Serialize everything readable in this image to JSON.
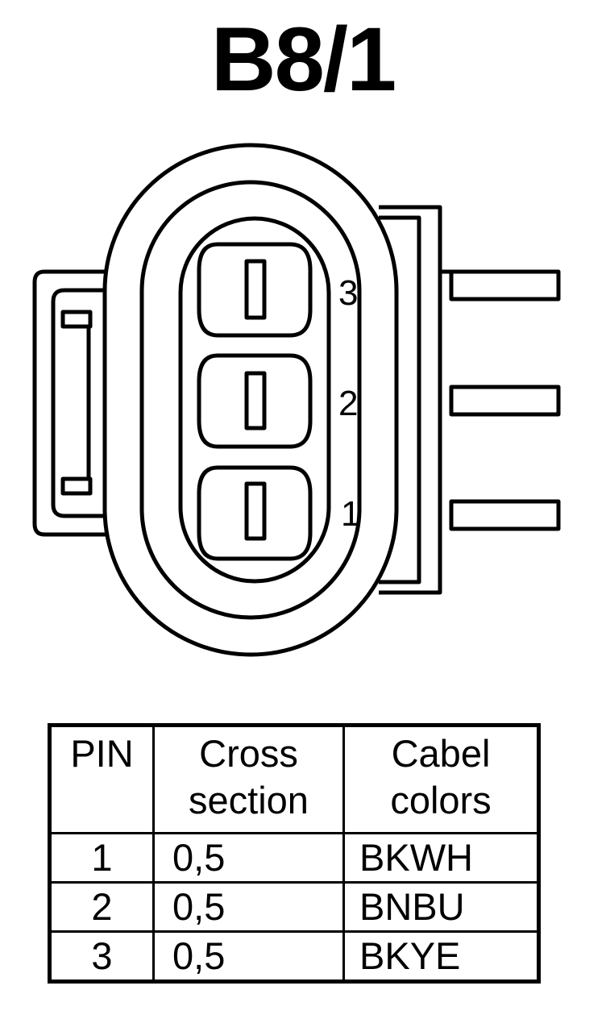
{
  "title": "B8/1",
  "connector": {
    "pin_labels": [
      "3",
      "2",
      "1"
    ]
  },
  "table": {
    "headers": {
      "pin": "PIN",
      "cross_section": [
        "Cross",
        "section"
      ],
      "cable_colors": [
        "Cabel",
        "colors"
      ]
    },
    "rows": [
      {
        "pin": "1",
        "cross_section": "0,5",
        "color": "BKWH"
      },
      {
        "pin": "2",
        "cross_section": "0,5",
        "color": "BNBU"
      },
      {
        "pin": "3",
        "cross_section": "0,5",
        "color": "BKYE"
      }
    ]
  }
}
